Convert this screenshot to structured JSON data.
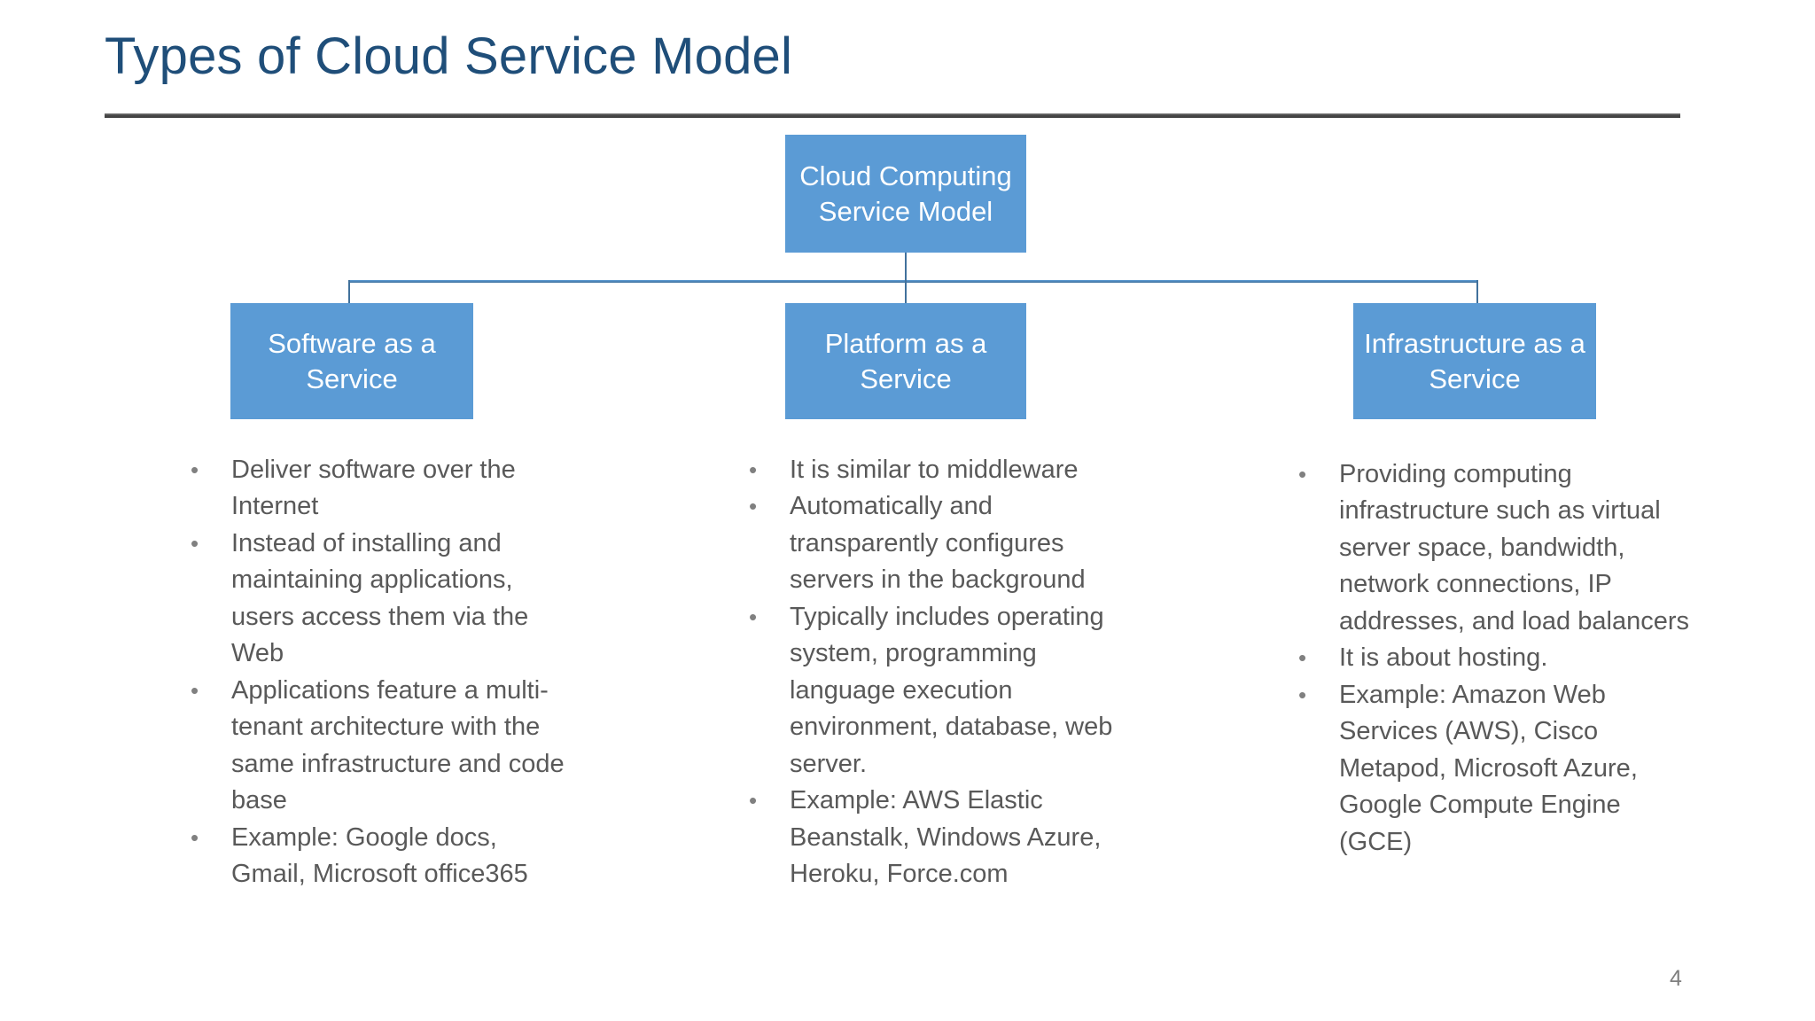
{
  "slide": {
    "title": "Types of Cloud Service Model",
    "page_number": "4",
    "colors": {
      "title": "#1f4e79",
      "node_fill": "#5b9bd5",
      "node_text": "#ffffff",
      "connector": "#41719c",
      "body_text": "#595959",
      "rule": "#474747"
    }
  },
  "diagram": {
    "root": {
      "label": "Cloud Computing Service Model"
    },
    "children": [
      {
        "label": "Software as a Service"
      },
      {
        "label": "Platform as a Service"
      },
      {
        "label": "Infrastructure as a Service"
      }
    ]
  },
  "columns": [
    {
      "name": "software-as-a-service",
      "bullets": [
        "Deliver software over the Internet",
        "Instead of installing and maintaining applications, users access them via the Web",
        "Applications feature a multi-tenant architecture with the same infrastructure and code base",
        "Example: Google docs, Gmail, Microsoft office365"
      ]
    },
    {
      "name": "platform-as-a-service",
      "bullets": [
        "It is similar to middleware",
        "Automatically and transparently configures servers in the background",
        "Typically includes operating system, programming language execution environment, database, web server.",
        "Example: AWS Elastic Beanstalk, Windows Azure, Heroku, Force.com"
      ]
    },
    {
      "name": "infrastructure-as-a-service",
      "bullets": [
        "Providing computing infrastructure such as virtual server space, bandwidth, network connections, IP addresses, and load balancers",
        "It is about hosting.",
        "Example: Amazon Web Services (AWS), Cisco Metapod, Microsoft Azure, Google Compute Engine (GCE)"
      ]
    }
  ]
}
